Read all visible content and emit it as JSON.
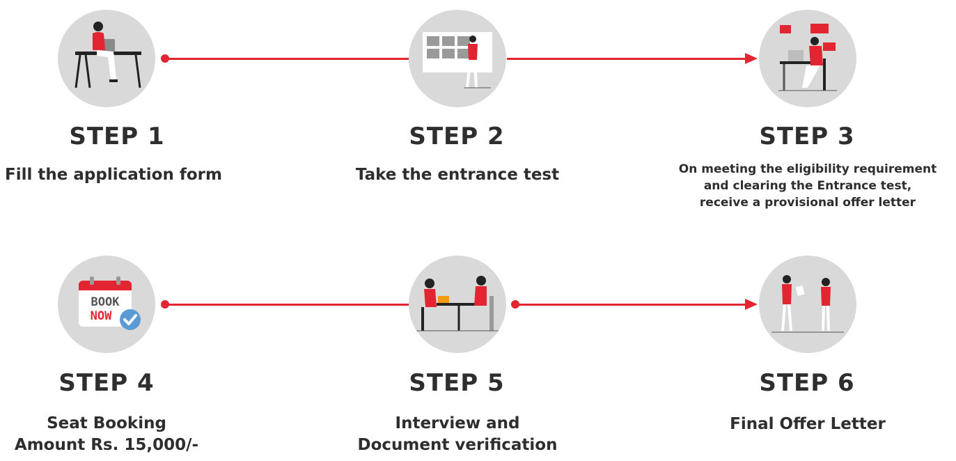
{
  "steps": [
    {
      "title": "STEP 1",
      "desc": [
        "Fill the application form"
      ],
      "icon": "person-at-desk-icon"
    },
    {
      "title": "STEP 2",
      "desc": [
        "Take the entrance test"
      ],
      "icon": "person-at-board-icon"
    },
    {
      "title": "STEP 3",
      "desc": [
        "On meeting the eligibility requirement",
        "and clearing the Entrance test,",
        "receive a provisional offer letter"
      ],
      "icon": "developer-at-laptop-icon"
    },
    {
      "title": "STEP 4",
      "desc": [
        "Seat Booking",
        "Amount Rs. 15,000/-"
      ],
      "icon": "book-now-calendar-icon",
      "icon_text": [
        "BOOK",
        "NOW"
      ]
    },
    {
      "title": "STEP 5",
      "desc": [
        "Interview and",
        "Document verification"
      ],
      "icon": "interview-meeting-icon"
    },
    {
      "title": "STEP 6",
      "desc": [
        "Final Offer Letter"
      ],
      "icon": "offer-letter-handover-icon"
    }
  ],
  "colors": {
    "accent": "#e32431",
    "circle": "#d9d9d9",
    "text": "#2e2e2e",
    "check": "#5b9bd5"
  }
}
